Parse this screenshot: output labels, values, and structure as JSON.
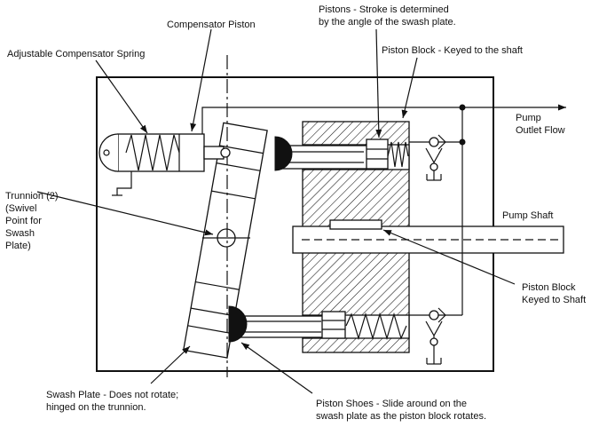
{
  "labels": {
    "compensator_piston": "Compensator Piston",
    "pistons_line1": "Pistons - Stroke is determined",
    "pistons_line2": "by the angle of the swash plate.",
    "spring": "Adjustable Compensator Spring",
    "piston_block": "Piston Block - Keyed to the shaft",
    "pump_outlet_line1": "Pump",
    "pump_outlet_line2": "Outlet Flow",
    "trunnion_line1": "Trunnion (2)",
    "trunnion_line2": "(Swivel",
    "trunnion_line3": "Point for",
    "trunnion_line4": "Swash",
    "trunnion_line5": "Plate)",
    "pump_shaft": "Pump Shaft",
    "block_keyed_line1": "Piston Block",
    "block_keyed_line2": "Keyed to Shaft",
    "swash_line1": "Swash Plate - Does not rotate;",
    "swash_line2": "hinged on the trunnion.",
    "shoes_line1": "Piston Shoes - Slide around on the",
    "shoes_line2": "swash plate as the piston block rotates."
  }
}
